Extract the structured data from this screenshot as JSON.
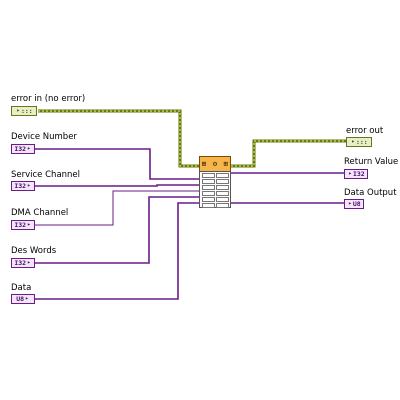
{
  "error_in": {
    "label": "error in (no error)",
    "type": ""
  },
  "device_number": {
    "label": "Device Number",
    "type": "I32"
  },
  "service_channel": {
    "label": "Service Channel",
    "type": "I32"
  },
  "dma_channel": {
    "label": "DMA Channel",
    "type": "I32"
  },
  "des_words": {
    "label": "Des Words",
    "type": "I32"
  },
  "data": {
    "label": "Data",
    "type": "U8"
  },
  "error_out": {
    "label": "error out",
    "type": ""
  },
  "return_value": {
    "label": "Return Value",
    "type": "I32"
  },
  "data_output": {
    "label": "Data Output",
    "type": "U8"
  },
  "colors": {
    "int_wire": "#6a1b8a",
    "error_wire_a": "#5f7a16",
    "error_wire_b": "#e6d94a",
    "node_icon": "#f6b54a"
  }
}
